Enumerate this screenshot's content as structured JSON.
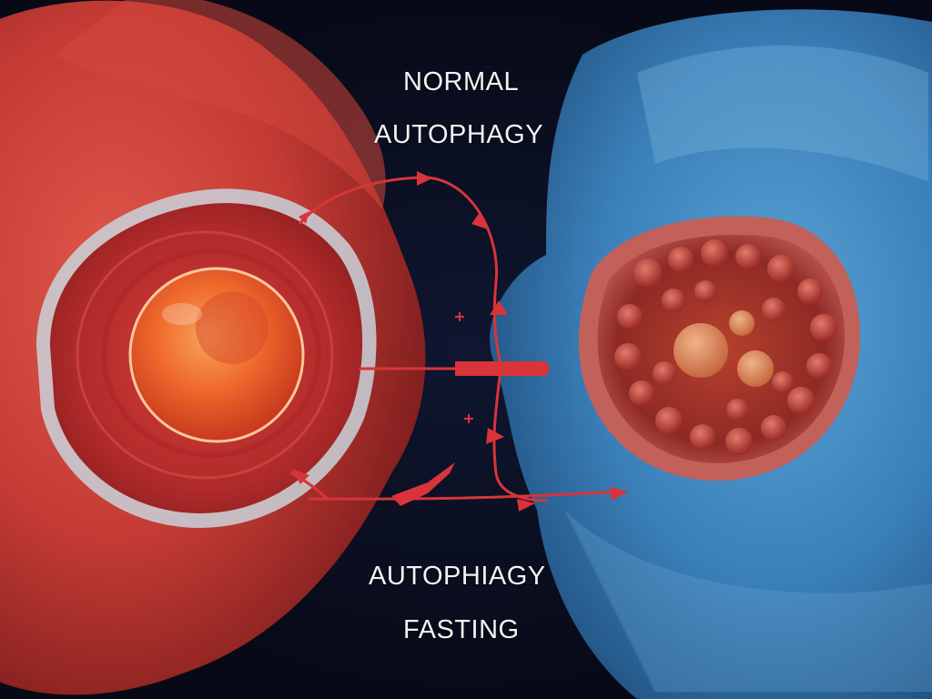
{
  "labels": {
    "top_line_1": "NORMAL",
    "top_line_2": "AUTOPHAGY",
    "bottom_line_1": "AUTOPHIAGY",
    "bottom_line_2": "FASTING"
  },
  "colors": {
    "background": "#070a16",
    "red_cell": "#c83a32",
    "blue_cell": "#3a7fb8",
    "nucleus": "#f06a2a",
    "arrows": "#d8343a"
  }
}
